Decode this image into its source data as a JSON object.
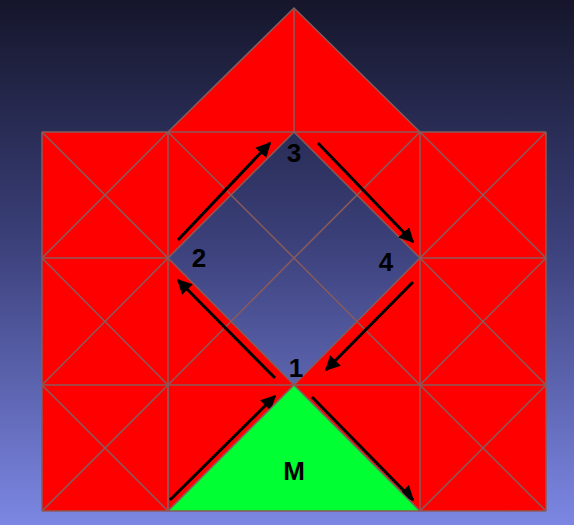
{
  "diagram": {
    "nodes": [
      {
        "text": [
          "M"
        ]
      }
    ],
    "labels": [
      "1",
      "2",
      "3",
      "4"
    ]
  }
}
